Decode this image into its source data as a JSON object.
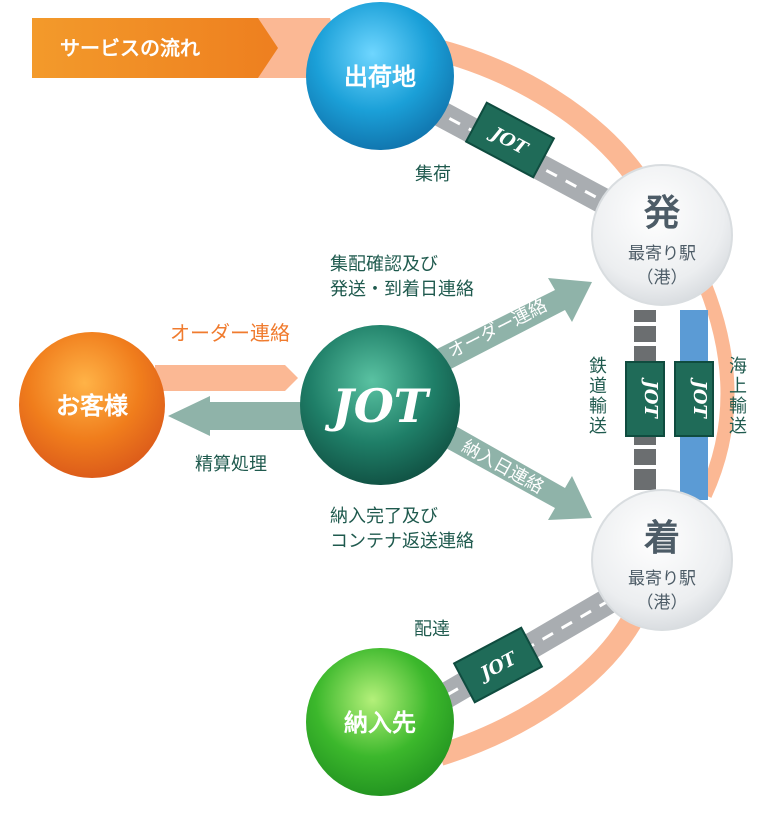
{
  "banner": {
    "label": "サービスの流れ"
  },
  "nodes": {
    "shipping_origin": "出荷地",
    "customer": "お客様",
    "jot_center": "JOT",
    "delivery_destination": "納入先"
  },
  "stations": {
    "departure": {
      "main": "発",
      "line1": "最寄り駅",
      "line2": "（港）"
    },
    "arrival": {
      "main": "着",
      "line1": "最寄り駅",
      "line2": "（港）"
    }
  },
  "labels": {
    "pickup": "集荷",
    "delivery": "配達",
    "order_contact": "オーダー連絡",
    "settlement": "精算処理",
    "confirm_line1": "集配確認及び",
    "confirm_line2": "発送・到着日連絡",
    "complete_line1": "納入完了及び",
    "complete_line2": "コンテナ返送連絡",
    "rail_transport": "鉄道輸送",
    "sea_transport": "海上輸送"
  },
  "arrow_labels": {
    "order_to_station": "オーダー連絡",
    "delivery_date": "納入日連絡"
  },
  "container_mark": "JOT",
  "colors": {
    "banner_orange": "#f08a24",
    "peach": "#fbb894",
    "sky_blue": "#1ba0d8",
    "jot_green": "#1f6b58",
    "customer_orange": "#ef7a1e",
    "delivery_green": "#3cb82c",
    "station_gray": "#e8eaec",
    "sea_blue": "#5b9bd5",
    "arrow_gray_green": "#8fb3a9"
  }
}
